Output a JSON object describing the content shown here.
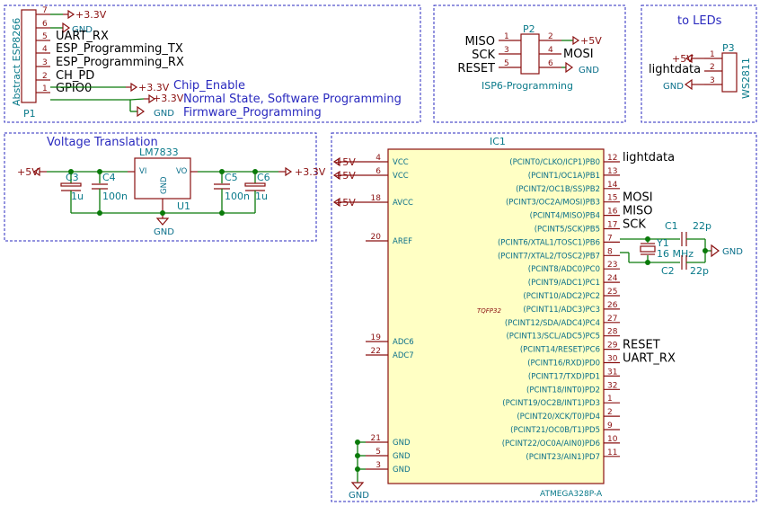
{
  "frames": {
    "esp_title": "",
    "isp_title": "",
    "leds_title": "to LEDs",
    "voltage_title": "Voltage Translation"
  },
  "p1": {
    "ref": "P1",
    "value": "Abstract ESP8266",
    "pins": [
      {
        "num": "7",
        "net": "+3.3V"
      },
      {
        "num": "6",
        "net": "GND"
      },
      {
        "num": "5",
        "net": "UART_RX"
      },
      {
        "num": "4",
        "net": "ESP_Programming_TX"
      },
      {
        "num": "3",
        "net": "ESP_Programming_RX"
      },
      {
        "num": "2",
        "net": "CH_PD"
      },
      {
        "num": "1",
        "net": "GPIO0"
      }
    ],
    "ch_pd_power": "+3.3V",
    "ch_pd_note": "Chip_Enable",
    "gpio_up_power": "+3.3V",
    "gpio_up_note": "Normal State, Software Programming",
    "gpio_down_power": "GND",
    "gpio_down_note": "Firmware_Programming"
  },
  "p2": {
    "ref": "P2",
    "value": "ISP6-Programming",
    "left": [
      {
        "num": "1",
        "net": "MISO"
      },
      {
        "num": "3",
        "net": "SCK"
      },
      {
        "num": "5",
        "net": "RESET"
      }
    ],
    "right": [
      {
        "num": "2",
        "net": "+5V"
      },
      {
        "num": "4",
        "net": "MOSI"
      },
      {
        "num": "6",
        "net": "GND"
      }
    ]
  },
  "p3": {
    "ref": "P3",
    "value": "WS2811",
    "pins": [
      {
        "num": "1",
        "net": "+5V"
      },
      {
        "num": "2",
        "net": "lightdata"
      },
      {
        "num": "3",
        "net": "GND"
      }
    ]
  },
  "u1": {
    "ref": "U1",
    "value": "LM7833",
    "vi": "VI",
    "vo": "VO",
    "gnd_pin": "GND",
    "in_power": "+5V",
    "out_power": "+3.3V",
    "gnd": "GND",
    "c3": {
      "ref": "C3",
      "value": "1u"
    },
    "c4": {
      "ref": "C4",
      "value": "100n"
    },
    "c5": {
      "ref": "C5",
      "value": "100n"
    },
    "c6": {
      "ref": "C6",
      "value": "1u"
    }
  },
  "ic1": {
    "ref": "IC1",
    "value": "ATMEGA328P-A",
    "package": "TQFP32",
    "left_pins": [
      {
        "num": "4",
        "name": "VCC",
        "power": "+5V"
      },
      {
        "num": "6",
        "name": "VCC",
        "power": "+5V"
      },
      {
        "num": "18",
        "name": "AVCC",
        "power": "+5V"
      },
      {
        "num": "20",
        "name": "AREF",
        "power": ""
      },
      {
        "num": "19",
        "name": "ADC6",
        "power": ""
      },
      {
        "num": "22",
        "name": "ADC7",
        "power": ""
      },
      {
        "num": "21",
        "name": "GND",
        "power": ""
      },
      {
        "num": "5",
        "name": "GND",
        "power": ""
      },
      {
        "num": "3",
        "name": "GND",
        "power": ""
      }
    ],
    "gnd_label": "GND",
    "right_pins": [
      {
        "num": "12",
        "name": "(PCINT0/CLKO/ICP1)PB0",
        "net": "lightdata"
      },
      {
        "num": "13",
        "name": "(PCINT1/OC1A)PB1",
        "net": ""
      },
      {
        "num": "14",
        "name": "(PCINT2/OC1B/SS)PB2",
        "net": ""
      },
      {
        "num": "15",
        "name": "(PCINT3/OC2A/MOSI)PB3",
        "net": "MOSI"
      },
      {
        "num": "16",
        "name": "(PCINT4/MISO)PB4",
        "net": "MISO"
      },
      {
        "num": "17",
        "name": "(PCINT5/SCK)PB5",
        "net": "SCK"
      },
      {
        "num": "7",
        "name": "(PCINT6/XTAL1/TOSC1)PB6",
        "net": ""
      },
      {
        "num": "8",
        "name": "(PCINT7/XTAL2/TOSC2)PB7",
        "net": ""
      },
      {
        "num": "23",
        "name": "(PCINT8/ADC0)PC0",
        "net": ""
      },
      {
        "num": "24",
        "name": "(PCINT9/ADC1)PC1",
        "net": ""
      },
      {
        "num": "25",
        "name": "(PCINT10/ADC2)PC2",
        "net": ""
      },
      {
        "num": "26",
        "name": "(PCINT11/ADC3)PC3",
        "net": ""
      },
      {
        "num": "27",
        "name": "(PCINT12/SDA/ADC4)PC4",
        "net": ""
      },
      {
        "num": "28",
        "name": "(PCINT13/SCL/ADC5)PC5",
        "net": ""
      },
      {
        "num": "29",
        "name": "(PCINT14/RESET)PC6",
        "net": "RESET"
      },
      {
        "num": "30",
        "name": "(PCINT16/RXD)PD0",
        "net": "UART_RX"
      },
      {
        "num": "31",
        "name": "(PCINT17/TXD)PD1",
        "net": ""
      },
      {
        "num": "32",
        "name": "(PCINT18/INT0)PD2",
        "net": ""
      },
      {
        "num": "1",
        "name": "(PCINT19/OC2B/INT1)PD3",
        "net": ""
      },
      {
        "num": "2",
        "name": "(PCINT20/XCK/T0)PD4",
        "net": ""
      },
      {
        "num": "9",
        "name": "(PCINT21/OC0B/T1)PD5",
        "net": ""
      },
      {
        "num": "10",
        "name": "(PCINT22/OC0A/AIN0)PD6",
        "net": ""
      },
      {
        "num": "11",
        "name": "(PCINT23/AIN1)PD7",
        "net": ""
      }
    ]
  },
  "crystal": {
    "y1_ref": "Y1",
    "y1_value": "16 MHz",
    "c1_ref": "C1",
    "c1_value": "22p",
    "c2_ref": "C2",
    "c2_value": "22p",
    "gnd": "GND"
  }
}
